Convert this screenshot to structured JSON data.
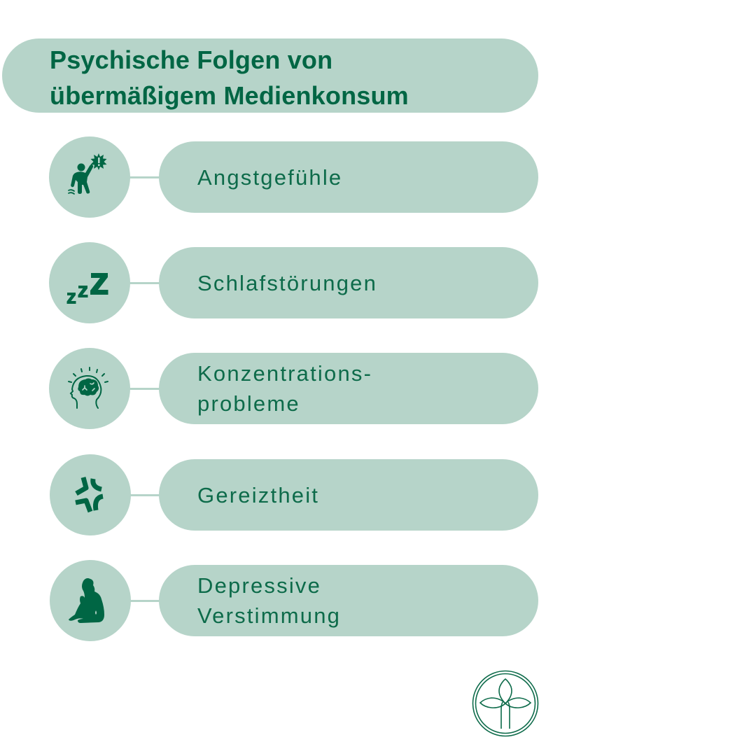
{
  "title": {
    "line1": "Psychische Folgen von",
    "line2": "übermäßigem Medienkonsum"
  },
  "colors": {
    "pill_background": "#b6d4c9",
    "title_text": "#006644",
    "item_text": "#0d6b4a",
    "icon_fill": "#006644",
    "page_background": "#ffffff"
  },
  "items": [
    {
      "icon": "anxious-person-icon",
      "line1": "Angstgefühle",
      "line2": ""
    },
    {
      "icon": "sleep-zzz-icon",
      "line1": "Schlafstörungen",
      "line2": ""
    },
    {
      "icon": "head-brain-icon",
      "line1": "Konzentrations-",
      "line2": "probleme"
    },
    {
      "icon": "anger-symbol-icon",
      "line1": "Gereiztheit",
      "line2": ""
    },
    {
      "icon": "sad-sitting-woman-icon",
      "line1": "Depressive",
      "line2": "Verstimmung"
    }
  ],
  "logo": {
    "icon": "three-leaf-circle-logo-icon"
  }
}
